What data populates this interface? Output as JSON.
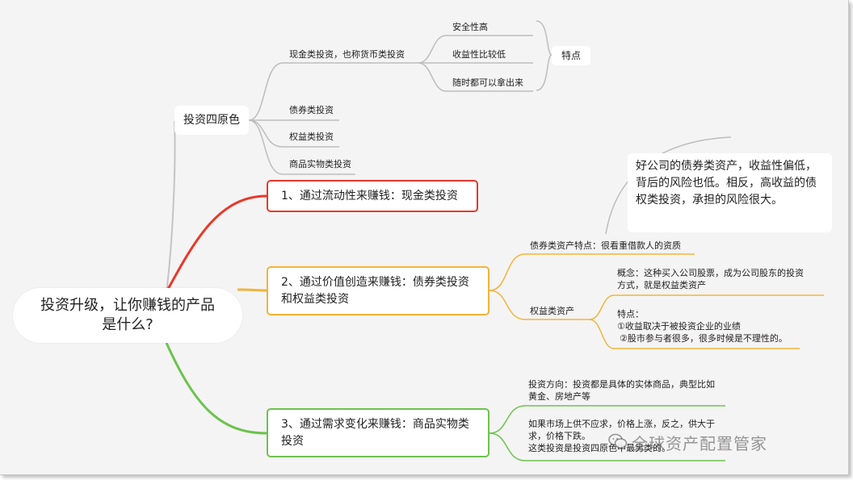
{
  "root": {
    "line1": "投资升级，让你赚钱的产品",
    "line2": "是什么?"
  },
  "colors": {
    "red": "#e8382a",
    "orange": "#f4b33a",
    "green": "#6cc34e",
    "grey": "#b9b9b9"
  },
  "four_colors": {
    "title": "投资四原色",
    "cash": "现金类投资，也称货币类投资",
    "bond": "债券类投资",
    "equity": "权益类投资",
    "commodity": "商品实物类投资",
    "cash_traits": [
      "安全性高",
      "收益性比较低",
      "随时都可以拿出来"
    ],
    "traits_label": "特点"
  },
  "branch1": {
    "label": "1、通过流动性来赚钱：现金类投资"
  },
  "branch2": {
    "label": "2、通过价值创造来赚钱：债券类投资和权益类投资",
    "bond_trait": "债券类资产特点：很看重借款人的资质",
    "equity_label": "权益类资产",
    "concept_line1": "概念：这种买入公司股票，成为公司股东的投资",
    "concept_line2": "方式，就是权益类资产",
    "traits_title": "特点：",
    "trait1": "①收益取决于被投资企业的业绩",
    "trait2": "②股市参与者很多，很多时候是不理性的。"
  },
  "note": {
    "text": "好公司的债券类资产，收益性偏低，背后的风险也低。相反，高收益的债权类投资，承担的风险很大。"
  },
  "branch3": {
    "label": "3、通过需求变化来赚钱：商品实物类投资",
    "direction_line1": "投资方向：投资都是具体的实体商品，典型比如",
    "direction_line2": "黄金、房地产等",
    "supply_line1": "如果市场上供不应求，价格上涨，反之，供大于",
    "supply_line2": "求，价格下跌。",
    "supply_line3": "这类投资是投资四原色中最另类的。"
  },
  "watermark": {
    "text": "全球资产配置管家",
    "icon": "wechat-icon"
  }
}
